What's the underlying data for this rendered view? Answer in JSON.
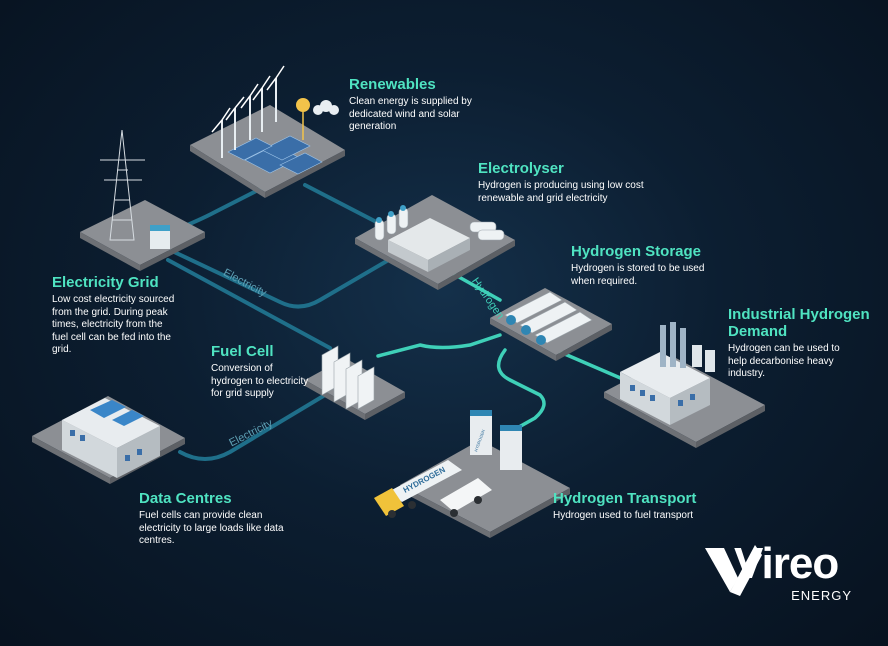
{
  "nodes": {
    "renewables": {
      "title": "Renewables",
      "desc": "Clean energy is supplied by dedicated wind and solar generation"
    },
    "electrolyser": {
      "title": "Electrolyser",
      "desc": "Hydrogen is producing using low cost renewable and grid electricity"
    },
    "hydrogen_storage": {
      "title": "Hydrogen Storage",
      "desc": "Hydrogen is stored to be used when required."
    },
    "industrial_demand": {
      "title": "Industrial Hydrogen Demand",
      "desc": "Hydrogen can be used to help decarbonise heavy industry."
    },
    "electricity_grid": {
      "title": "Electricity Grid",
      "desc": "Low cost electricity sourced from the grid. During peak times, electricity from the fuel cell can be fed into the grid."
    },
    "fuel_cell": {
      "title": "Fuel Cell",
      "desc": "Conversion of hydrogen to electricity for grid supply"
    },
    "data_centres": {
      "title": "Data Centres",
      "desc": "Fuel cells can provide clean electricity to large loads like data centres."
    },
    "hydrogen_transport": {
      "title": "Hydrogen Transport",
      "desc": "Hydrogen used to fuel transport"
    }
  },
  "flows": {
    "electricity_top": "Electricity",
    "electricity_bottom": "Electricity",
    "hydrogen": "Hydrogen"
  },
  "illustration_text": {
    "truck_tank": "HYDROGEN",
    "pump_sign": "HYDROGEN"
  },
  "logo": {
    "word": "Vireo",
    "sub": "ENERGY"
  },
  "colors": {
    "heading": "#4fe3c1",
    "electricity_line": "#1f6f8a",
    "hydrogen_line": "#3fd0b8",
    "platform": "#8c8f94",
    "background": "#0c1e31"
  }
}
